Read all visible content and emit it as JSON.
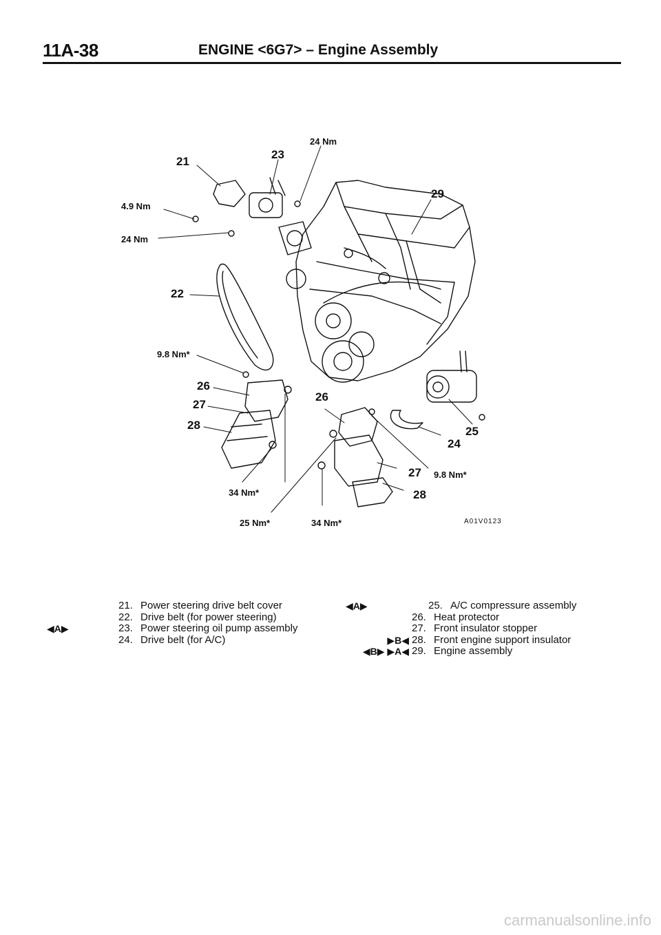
{
  "header": {
    "page_number": "11A-38",
    "title": "ENGINE <6G7> – Engine Assembly"
  },
  "diagram": {
    "figure_code": "A01V0123",
    "labels": {
      "p21": "21",
      "p22": "22",
      "p23": "23",
      "p24": "24",
      "p25": "25",
      "p26a": "26",
      "p26b": "26",
      "p27a": "27",
      "p27b": "27",
      "p28a": "28",
      "p28b": "28",
      "p29": "29",
      "t_4_9": "4.9 Nm",
      "t_24a": "24 Nm",
      "t_24b": "24 Nm",
      "t_9_8a": "9.8 Nm*",
      "t_9_8b": "9.8 Nm*",
      "t_34a": "34 Nm*",
      "t_34b": "34 Nm*",
      "t_25": "25 Nm*"
    }
  },
  "legend_left": [
    {
      "mark": "",
      "num": "21.",
      "desc": "Power steering drive belt cover"
    },
    {
      "mark": "",
      "num": "22.",
      "desc": "Drive belt (for power steering)"
    },
    {
      "mark": "◀A▶",
      "num": "23.",
      "desc": "Power steering oil pump assembly"
    },
    {
      "mark": "",
      "num": "24.",
      "desc": "Drive belt (for A/C)"
    }
  ],
  "legend_right": [
    {
      "mark": "◀A▶",
      "num": "25.",
      "desc": "A/C compressure assembly"
    },
    {
      "mark": "",
      "num": "26.",
      "desc": "Heat protector"
    },
    {
      "mark": "",
      "num": "27.",
      "desc": "Front insulator stopper"
    },
    {
      "mark": "▶B◀",
      "num": "28.",
      "desc": "Front engine support insulator"
    },
    {
      "mark": "◀B▶ ▶A◀",
      "num": "29.",
      "desc": "Engine assembly"
    }
  ],
  "footer": {
    "watermark": "carmanualsonline.info"
  }
}
